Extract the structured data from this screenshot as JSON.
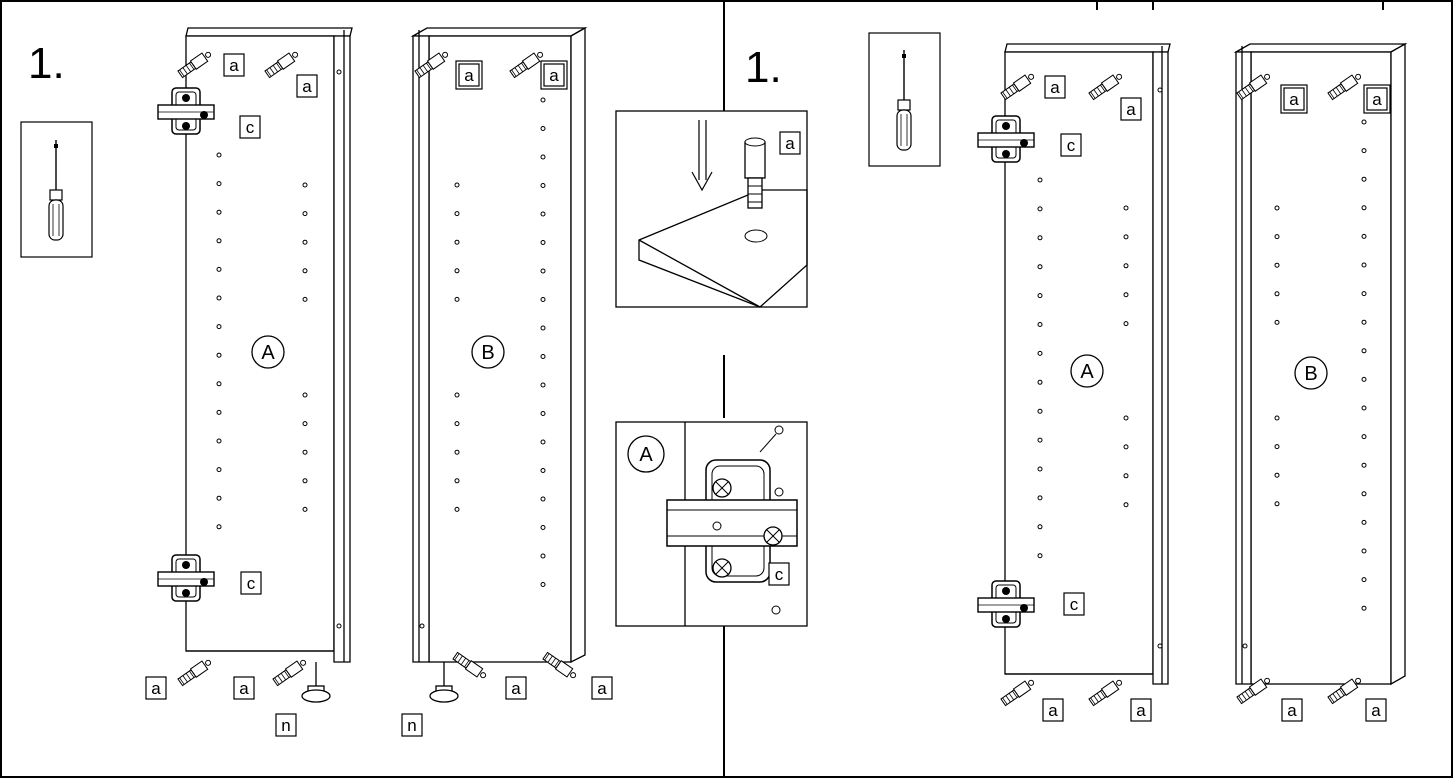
{
  "step_left": "1.",
  "step_right": "1.",
  "panels": {
    "A": "A",
    "B": "B"
  },
  "parts": {
    "a": "a",
    "c": "c",
    "n": "n"
  },
  "detail_circle": "A",
  "tool": "screwdriver-icon"
}
